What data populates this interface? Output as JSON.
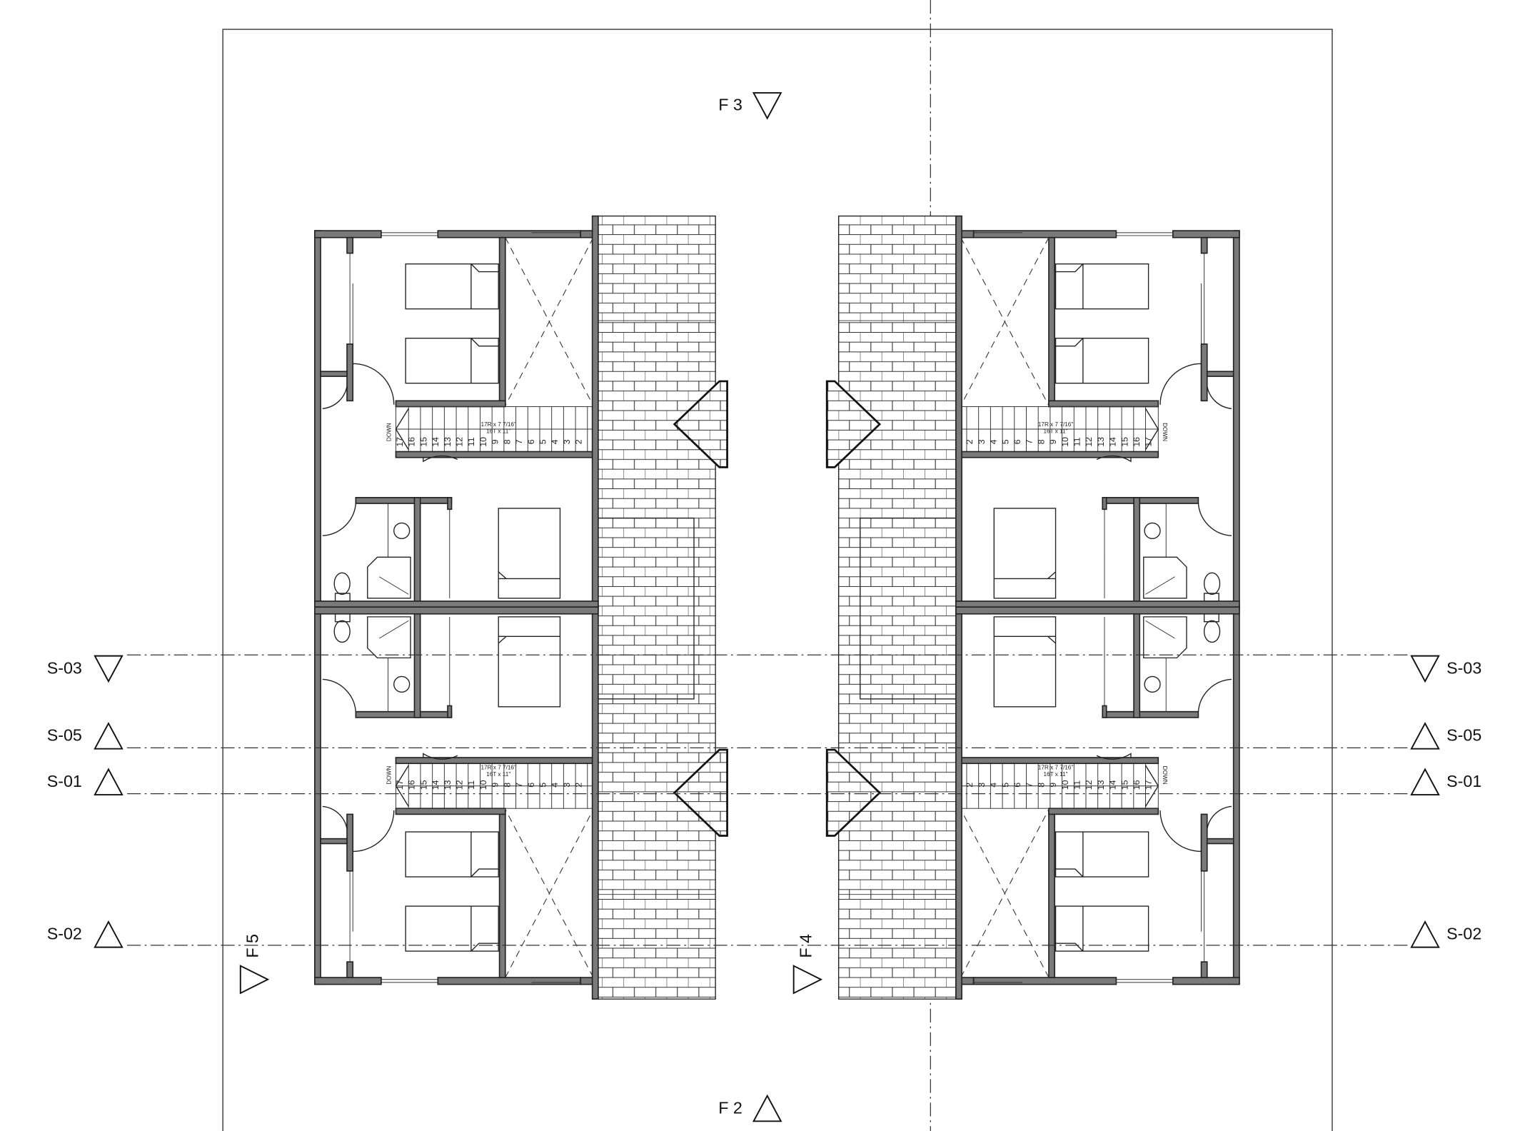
{
  "sheet": {
    "title": "Second floor plan - duplex units"
  },
  "elevation_markers": [
    {
      "label": "F 3",
      "dir": "down"
    },
    {
      "label": "F 2",
      "dir": "up"
    },
    {
      "label": "F 5",
      "dir": "right"
    },
    {
      "label": "F 4",
      "dir": "right"
    }
  ],
  "section_markers": [
    {
      "label": "S-03",
      "dir": "down"
    },
    {
      "label": "S-05",
      "dir": "up"
    },
    {
      "label": "S-01",
      "dir": "up"
    },
    {
      "label": "S-02",
      "dir": "up"
    }
  ],
  "stairs": {
    "direction": "DOWN",
    "risers": "17R x 7 7/16\"",
    "treads": "16T x 11\"",
    "numbers": [
      "17",
      "16",
      "15",
      "14",
      "13",
      "12",
      "11",
      "10",
      "9",
      "8",
      "7",
      "6",
      "5",
      "4",
      "3",
      "2"
    ]
  }
}
